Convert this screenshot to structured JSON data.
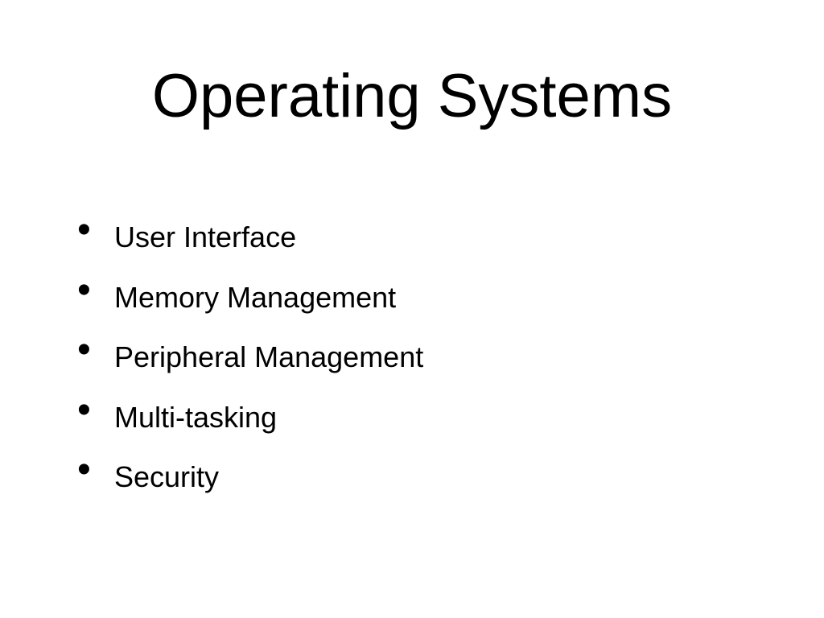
{
  "slide": {
    "title": "Operating Systems",
    "bullet_glyph": "•",
    "bullets": [
      "User Interface",
      "Memory Management",
      "Peripheral Management",
      "Multi-tasking",
      "Security"
    ]
  },
  "colors": {
    "background": "#ffffff",
    "text": "#000000"
  }
}
